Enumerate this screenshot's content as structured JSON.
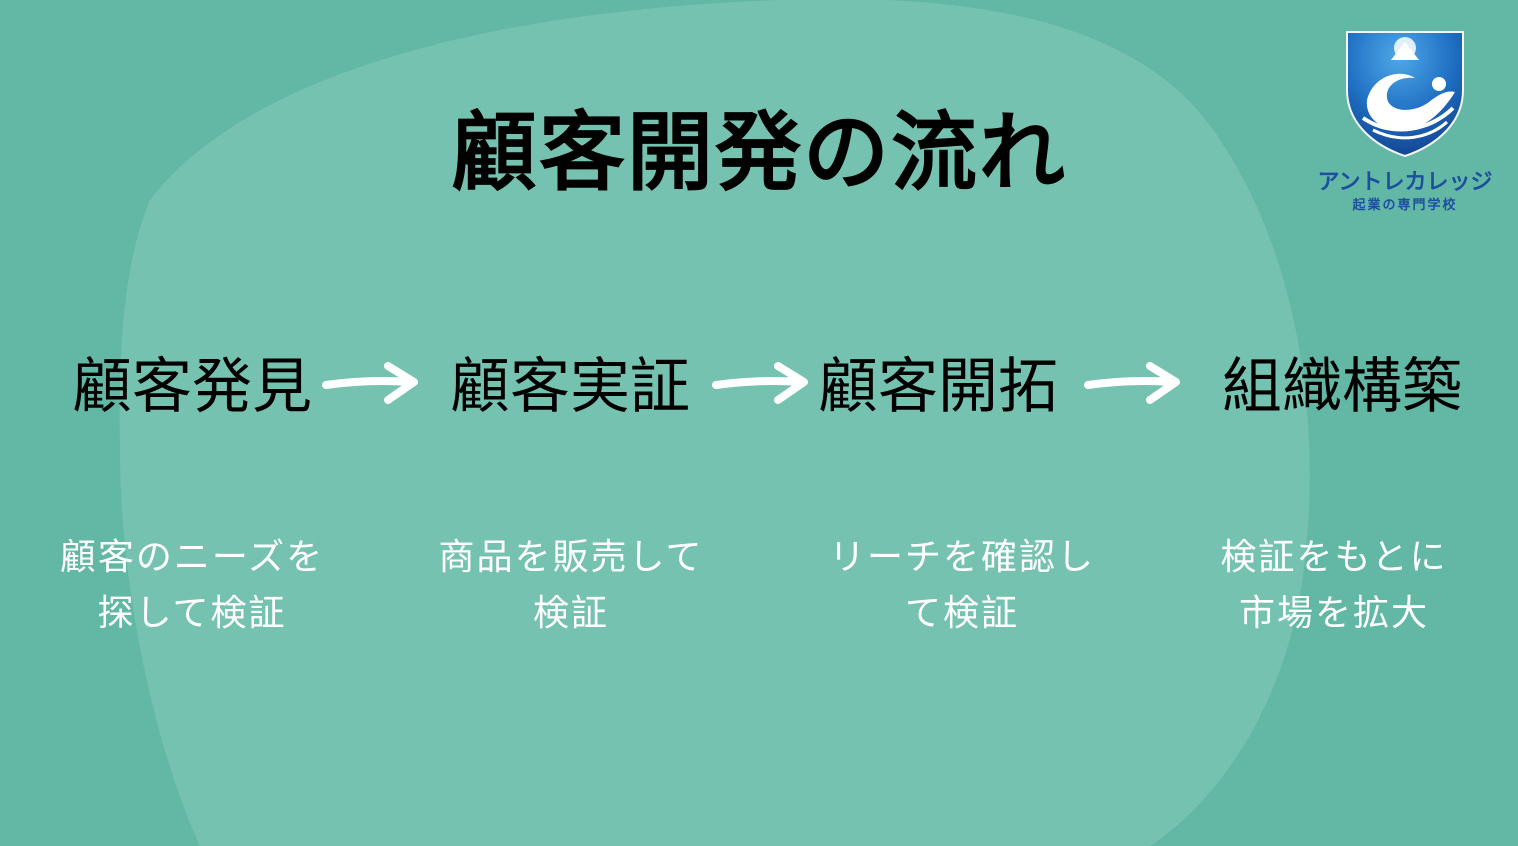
{
  "title": "顧客開発の流れ",
  "steps": [
    {
      "label": "顧客発見",
      "desc_line1": "顧客のニーズを",
      "desc_line2": "探して検証"
    },
    {
      "label": "顧客実証",
      "desc_line1": "商品を販売して",
      "desc_line2": "検証"
    },
    {
      "label": "顧客開拓",
      "desc_line1": "リーチを確認し",
      "desc_line2": "て検証"
    },
    {
      "label": "組織構築",
      "desc_line1": "検証をもとに",
      "desc_line2": "市場を拡大"
    }
  ],
  "arrow_icon": "right-arrow-icon",
  "logo": {
    "name": "アントレカレッジ",
    "tagline": "起業の専門学校",
    "icon": "shield-emblem-icon"
  },
  "colors": {
    "background": "#62b8a4",
    "blob": "#76c2b1",
    "title_text": "#000000",
    "description_text": "#ffffff",
    "arrow": "#ffffff",
    "logo_blue": "#1d4f9e"
  }
}
